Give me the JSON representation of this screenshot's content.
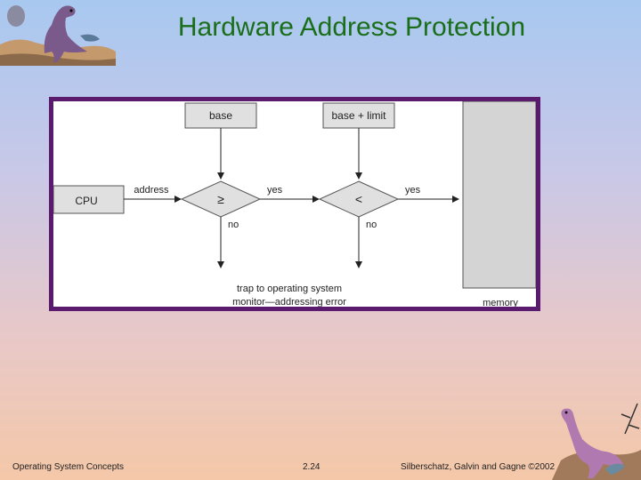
{
  "slide": {
    "title": "Hardware Address Protection"
  },
  "diagram": {
    "base_label": "base",
    "base_limit_label": "base + limit",
    "cpu_label": "CPU",
    "address_label": "address",
    "compare1_symbol": "≥",
    "compare2_symbol": "<",
    "yes1_label": "yes",
    "yes2_label": "yes",
    "no1_label": "no",
    "no2_label": "no",
    "trap_line1": "trap to operating system",
    "trap_line2": "monitor—addressing error",
    "memory_label": "memory"
  },
  "footer": {
    "left": "Operating System Concepts",
    "page": "2.24",
    "right": "Silberschatz, Galvin and Gagne ©2002"
  },
  "colors": {
    "title": "#1a6e1a",
    "frame": "#5a1a6e",
    "box_fill": "#e0e0e0",
    "memory_fill": "#d4d4d4"
  }
}
